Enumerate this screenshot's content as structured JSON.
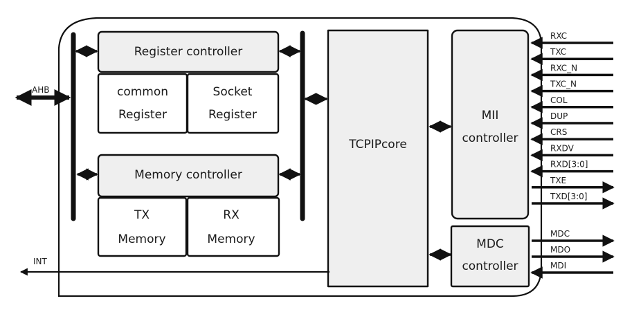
{
  "diagram": {
    "external": {
      "ahb_label": "AHB",
      "int_label": "INT"
    },
    "blocks": {
      "register_controller": "Register controller",
      "common_register": [
        "common",
        "Register"
      ],
      "socket_register": [
        "Socket",
        "Register"
      ],
      "memory_controller": "Memory controller",
      "tx_memory": [
        "TX",
        "Memory"
      ],
      "rx_memory": [
        "RX",
        "Memory"
      ],
      "tcpip_core": "TCPIPcore",
      "mii_controller": [
        "MII",
        "controller"
      ],
      "mdc_controller": [
        "MDC",
        "controller"
      ]
    },
    "mii_signals": [
      {
        "label": "RXC",
        "direction": "in"
      },
      {
        "label": "TXC",
        "direction": "in"
      },
      {
        "label": "RXC_N",
        "direction": "in"
      },
      {
        "label": "TXC_N",
        "direction": "in"
      },
      {
        "label": "COL",
        "direction": "in"
      },
      {
        "label": "DUP",
        "direction": "in"
      },
      {
        "label": "CRS",
        "direction": "in"
      },
      {
        "label": "RXDV",
        "direction": "in"
      },
      {
        "label": "RXD[3:0]",
        "direction": "in"
      },
      {
        "label": "TXE",
        "direction": "out"
      },
      {
        "label": "TXD[3:0]",
        "direction": "out"
      }
    ],
    "mdc_signals": [
      {
        "label": "MDC",
        "direction": "out"
      },
      {
        "label": "MDO",
        "direction": "out"
      },
      {
        "label": "MDI",
        "direction": "in"
      }
    ]
  }
}
